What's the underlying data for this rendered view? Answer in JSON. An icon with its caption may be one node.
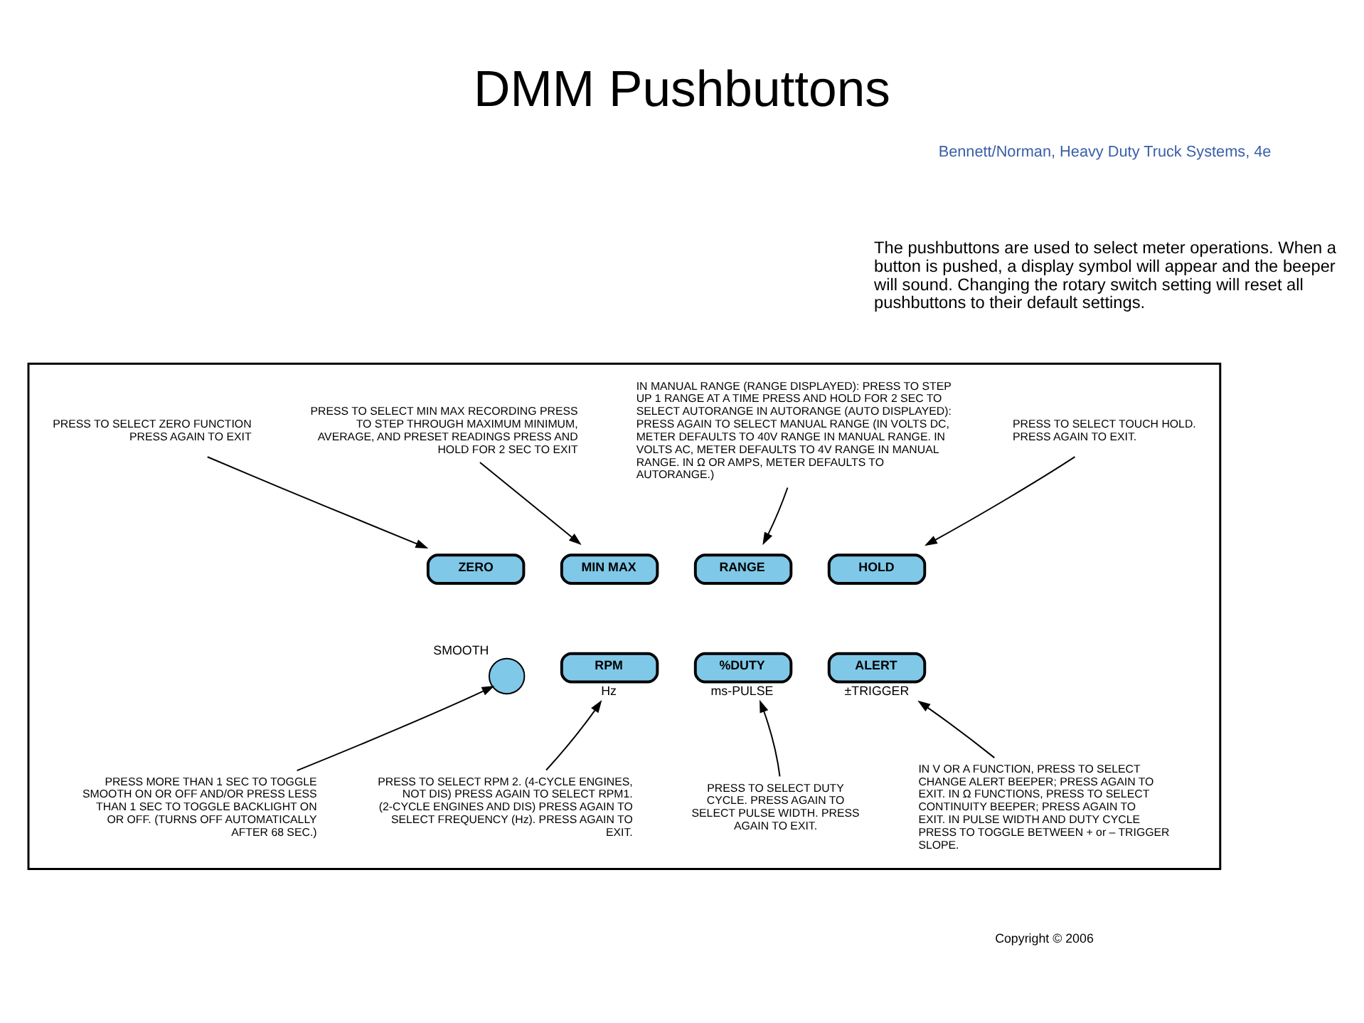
{
  "diagram": {
    "title": "DMM Pushbuttons",
    "nodes": [
      {
        "text": [],
        "shape": "box"
      },
      {
        "text": [
          "PRESS TO SELECT MIN MAX RECORDING PRESS TO STEP THROUGH MAXIMUM MINIMUM, AVERAGE, AND PRESET READINGS PRESS AND HOLD FOR 2 SEC TO EXIT"
        ],
        "in": 0
      },
      {
        "text": [
          "PRESS TO SELECT ZERO FUNCTION PRESS AGAIN TO EXIT"
        ],
        "in": 0
      },
      {
        "text": [
          "IN MANUAL RANGE (RANGE DISPLAYED): PRESS TO STEP UP 1 RANGE AT A TIME PRESS AND HOLD FOR 2 SEC TO SELECT AUTORANGE IN AUTORANGE (AUTO DISPLAYED): PRESS AGAIN TO SELECT MANUAL RANGE (IN VOLTS DC, METER DEFAULTS TO 40V RANGE IN MANUAL RANGE. IN VOLTS AC, METER DEFAULTS TO 4V RANGE IN MANUAL RANGE. IN Ω OR AMPS, METER DEFAULTS TO AUTORANGE.)"
        ],
        "in": 0
      },
      {
        "text": [
          "PRESS TO SELECT TOUCH HOLD. PRESS AGAIN TO EXIT."
        ],
        "in": 0
      },
      {
        "text": [
          "ZERO"
        ],
        "in": 0
      },
      {
        "text": [
          "MIN MAX"
        ],
        "in": 0
      },
      {
        "text": [
          "RANGE"
        ],
        "in": 0
      },
      {
        "text": [
          "HOLD"
        ],
        "in": 0
      },
      {
        "text": [],
        "shape": "circle",
        "beside": [
          "SMOOTH"
        ],
        "in": 0
      },
      {
        "text": [
          "RPM"
        ],
        "beside": [
          "Hz"
        ],
        "in": 0
      },
      {
        "text": [
          "%DUTY"
        ],
        "beside": [
          "ms-PULSE"
        ],
        "in": 0
      },
      {
        "text": [
          "ALERT"
        ],
        "beside": [
          "±TRIGGER"
        ],
        "in": 0
      },
      {
        "text": [
          "PRESS MORE THAN 1 SEC TO TOGGLE SMOOTH ON OR OFF AND/OR PRESS LESS THAN 1 SEC TO TOGGLE BACKLIGHT ON OR OFF. (TURNS OFF AUTOMATICALLY AFTER 68 SEC.)"
        ],
        "in": 0
      },
      {
        "text": [
          "PRESS TO SELECT RPM 2. (4-CYCLE ENGINES, NOT DIS) PRESS AGAIN TO SELECT RPM1. (2-CYCLE ENGINES AND DIS) PRESS AGAIN TO SELECT FREQUENCY (Hz). PRESS AGAIN TO EXIT."
        ],
        "in": 0
      },
      {
        "text": [
          "PRESS TO SELECT DUTY CYCLE. PRESS AGAIN TO SELECT PULSE WIDTH. PRESS AGAIN TO EXIT."
        ],
        "in": 0
      },
      {
        "text": [
          "IN V OR A FUNCTION, PRESS TO SELECT CHANGE ALERT BEEPER; PRESS AGAIN TO EXIT. IN Ω FUNCTIONS, PRESS TO SELECT CONTINUITY BEEPER; PRESS AGAIN TO EXIT. IN PULSE WIDTH AND DUTY CYCLE PRESS TO TOGGLE BETWEEN + or – TRIGGER SLOPE."
        ],
        "in": 0
      }
    ],
    "edges": [
      {
        "from": 2,
        "to": 5,
        "arrow": "to"
      },
      {
        "from": 1,
        "to": 6,
        "arrow": "to"
      },
      {
        "from": 3,
        "to": 7,
        "arrow": "to"
      },
      {
        "from": 4,
        "to": 8,
        "arrow": "to"
      },
      {
        "from": 13,
        "to": 9,
        "arrow": "to"
      },
      {
        "from": 14,
        "to": 10,
        "arrow": "to"
      },
      {
        "from": 15,
        "to": 11,
        "arrow": "to"
      },
      {
        "from": 16,
        "to": 12,
        "arrow": "to"
      }
    ],
    "labels": [
      "Bennett/Norman, Heavy Duty Truck Systems, 4e",
      "The pushbuttons are used to select meter operations. When a button is pushed, a display symbol will appear and the beeper will sound. Changing the rotary switch setting will reset all pushbuttons to their default settings.",
      "Copyright © 2006"
    ]
  }
}
